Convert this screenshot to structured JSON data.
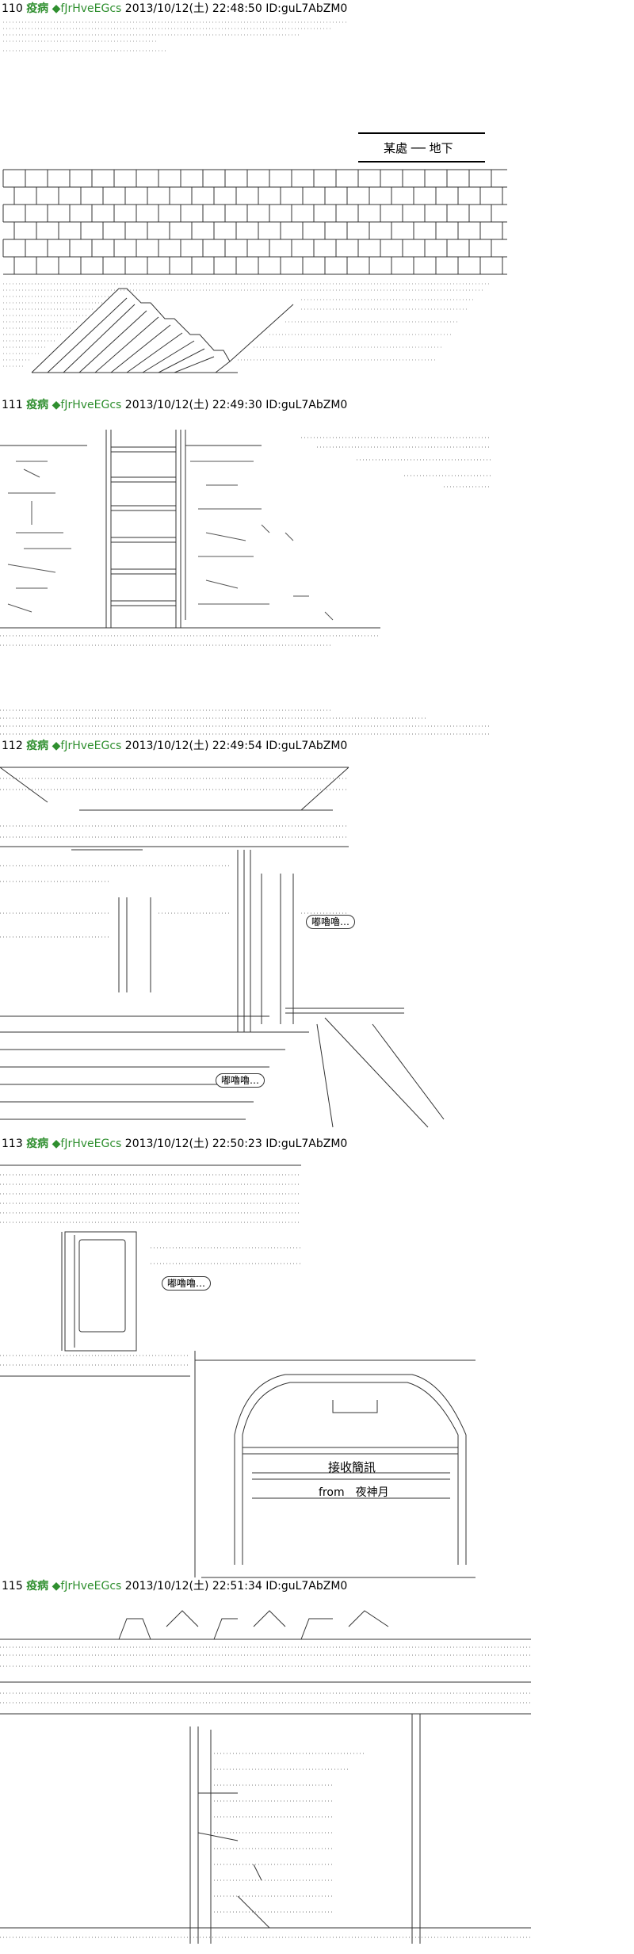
{
  "posts": [
    {
      "id": "post-110",
      "number": "110",
      "name": "疫病",
      "trip": "◆fJrHveEGcs",
      "datetime": "2013/10/12(土) 22:48:50",
      "user_id": "ID:guL7AbZM0",
      "caption": "某處 ── 地下"
    },
    {
      "id": "post-111",
      "number": "111",
      "name": "疫病",
      "trip": "◆fJrHveEGcs",
      "datetime": "2013/10/12(土) 22:49:30",
      "user_id": "ID:guL7AbZM0"
    },
    {
      "id": "post-112",
      "number": "112",
      "name": "疫病",
      "trip": "◆fJrHveEGcs",
      "datetime": "2013/10/12(土) 22:49:54",
      "user_id": "ID:guL7AbZM0",
      "bubble_1": "嘟嚕嚕…",
      "bubble_2": "嘟嚕嚕…"
    },
    {
      "id": "post-113",
      "number": "113",
      "name": "疫病",
      "trip": "◆fJrHveEGcs",
      "datetime": "2013/10/12(土) 22:50:23",
      "user_id": "ID:guL7AbZM0",
      "bubble_1": "嘟嚕嚕…",
      "message_title": "接收簡訊",
      "message_from": "from　夜神月"
    },
    {
      "id": "post-115",
      "number": "115",
      "name": "疫病",
      "trip": "◆fJrHveEGcs",
      "datetime": "2013/10/12(土) 22:51:34",
      "user_id": "ID:guL7AbZM0"
    }
  ]
}
